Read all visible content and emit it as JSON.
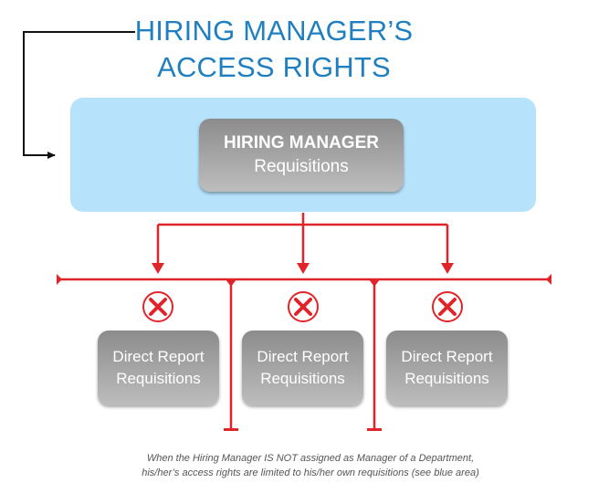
{
  "title": {
    "line1": "HIRING MANAGER’S",
    "line2": "ACCESS RIGHTS"
  },
  "hiring_manager_box": {
    "label": "HIRING MANAGER",
    "sublabel": "Requisitions"
  },
  "direct_report_boxes": [
    {
      "line1": "Direct Report",
      "line2": "Requisitions",
      "access": "denied"
    },
    {
      "line1": "Direct Report",
      "line2": "Requisitions",
      "access": "denied"
    },
    {
      "line1": "Direct Report",
      "line2": "Requisitions",
      "access": "denied"
    }
  ],
  "caption": {
    "line1": "When the Hiring Manager IS NOT assigned as Manager of a Department,",
    "line2": "his/her’s access rights are limited to his/her own requisitions (see blue area)"
  },
  "colors": {
    "title": "#1f7fc0",
    "blue_area": "#b6e2fb",
    "connector": "#e0242a",
    "box_gray": "#9e9e9e",
    "deny_icon": "#e0242a"
  }
}
